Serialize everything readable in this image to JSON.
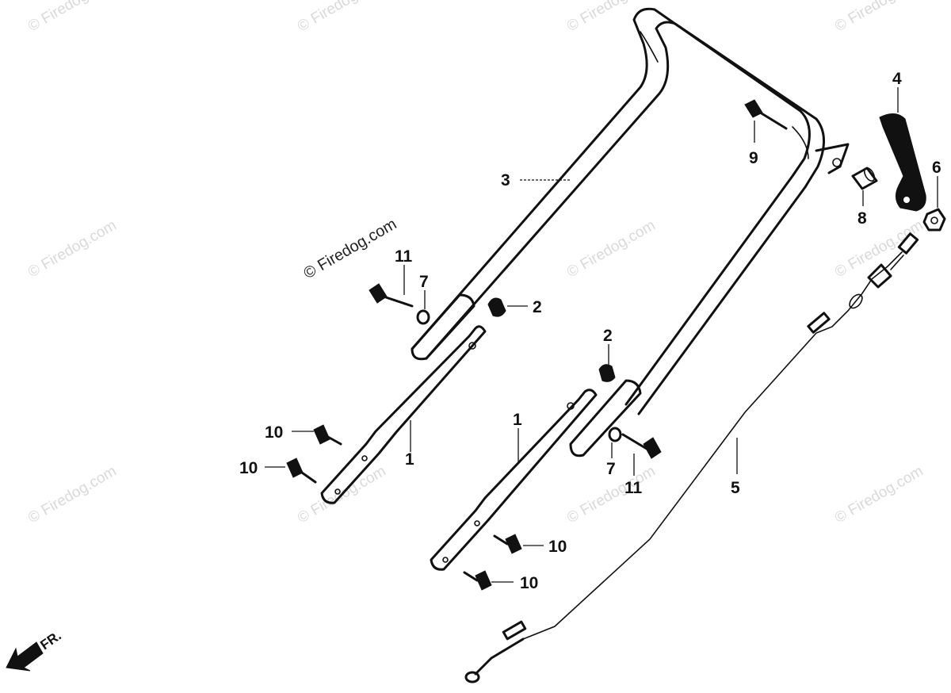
{
  "watermark": {
    "text": "© Firedog.com",
    "brand_text": "© Firedog.com"
  },
  "front_indicator": {
    "label": "FR.",
    "icon": "front-arrow-icon"
  },
  "callouts": [
    {
      "id": "c3",
      "label": "3"
    },
    {
      "id": "c4",
      "label": "4"
    },
    {
      "id": "c6",
      "label": "6"
    },
    {
      "id": "c8",
      "label": "8"
    },
    {
      "id": "c9",
      "label": "9"
    },
    {
      "id": "c11a",
      "label": "11"
    },
    {
      "id": "c7a",
      "label": "7"
    },
    {
      "id": "c2a",
      "label": "2"
    },
    {
      "id": "c2b",
      "label": "2"
    },
    {
      "id": "c1a",
      "label": "1"
    },
    {
      "id": "c1b",
      "label": "1"
    },
    {
      "id": "c10a",
      "label": "10"
    },
    {
      "id": "c10b",
      "label": "10"
    },
    {
      "id": "c10c",
      "label": "10"
    },
    {
      "id": "c10d",
      "label": "10"
    },
    {
      "id": "c7b",
      "label": "7"
    },
    {
      "id": "c11b",
      "label": "11"
    },
    {
      "id": "c5",
      "label": "5"
    }
  ]
}
